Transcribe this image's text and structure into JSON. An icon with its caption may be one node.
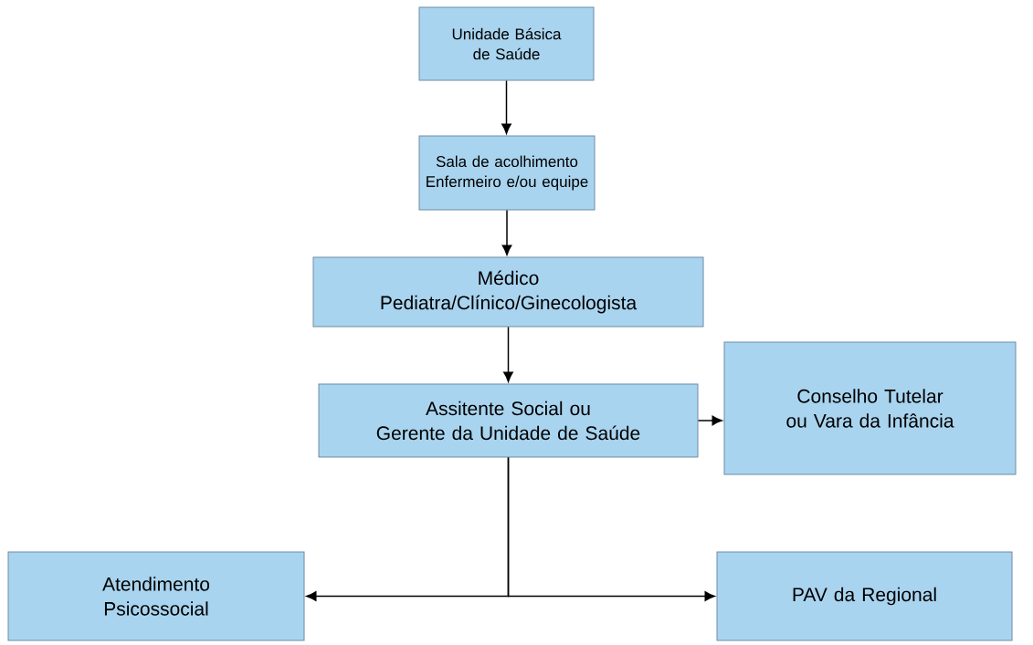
{
  "diagram": {
    "nodes": [
      {
        "text": [
          "Unidade Básica de Saúde"
        ]
      },
      {
        "text": [
          "Sala de acolhimento Enfermeiro e/ou equipe"
        ]
      },
      {
        "text": [
          "Médico Pediatra/Clínico/Ginecologista"
        ]
      },
      {
        "text": [
          "Assitente Social ou Gerente da Unidade de Saúde"
        ]
      },
      {
        "text": [
          "Conselho Tutelar ou Vara da Infância"
        ]
      },
      {
        "text": [
          "Atendimento Psicossocial"
        ]
      },
      {
        "text": [
          "PAV da Regional"
        ]
      }
    ],
    "edges": [
      {
        "from": 0,
        "to": 1,
        "arrow": "to"
      },
      {
        "from": 1,
        "to": 2,
        "arrow": "to"
      },
      {
        "from": 2,
        "to": 3,
        "arrow": "to"
      },
      {
        "from": 3,
        "to": 4,
        "arrow": "to"
      },
      {
        "from": 3,
        "to": 5,
        "arrow": "to"
      },
      {
        "from": 3,
        "to": 6,
        "arrow": "to"
      }
    ]
  }
}
